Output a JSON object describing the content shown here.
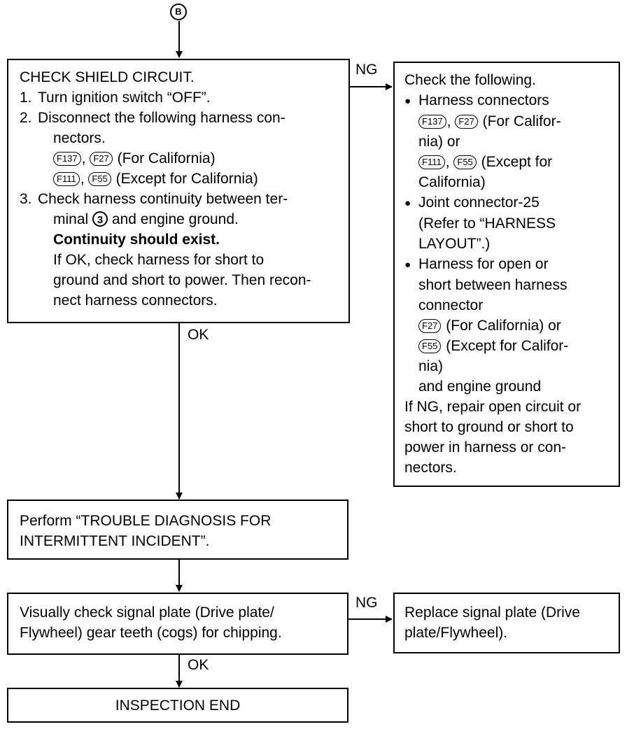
{
  "start_marker": "B",
  "box1": {
    "title": "CHECK SHIELD CIRCUIT.",
    "step1_num": "1.",
    "step1": "Turn ignition switch “OFF”.",
    "step2_num": "2.",
    "step2_l1": "Disconnect the following harness con-",
    "step2_l2": "nectors.",
    "conn_f137": "F137",
    "conn_f27": "F27",
    "conn_f111": "F111",
    "conn_f55": "F55",
    "sep": ",",
    "for_california": "(For California)",
    "except_california": "(Except for California)",
    "step3_num": "3.",
    "step3_l1": "Check harness continuity between ter-",
    "step3_l2a": "minal",
    "terminal": "3",
    "step3_l2b": "and engine ground.",
    "bold_line": "Continuity should exist.",
    "ok_l1": "If OK, check harness for short to",
    "ok_l2": "ground and short to power. Then recon-",
    "ok_l3": "nect harness connectors."
  },
  "box2": {
    "title": "Check the following.",
    "bullet1": "Harness connectors",
    "b1_for": "(For Califor-",
    "b1_for2": "nia) or",
    "b1_except": "(Except for",
    "b1_except2": "California)",
    "bullet2": "Joint connector-25",
    "b2_l2": "(Refer to “HARNESS",
    "b2_l3": "LAYOUT”.)",
    "bullet3": "Harness for open or",
    "b3_l2": "short between harness",
    "b3_l3": "connector",
    "b3_for": "(For California) or",
    "b3_except": "(Except for Califor-",
    "b3_except2": "nia)",
    "b3_end": "and engine ground",
    "ng_l1": "If NG, repair open circuit or",
    "ng_l2": "short to ground or short to",
    "ng_l3": "power in harness or con-",
    "ng_l4": "nectors."
  },
  "box3": {
    "l1": "Perform “TROUBLE DIAGNOSIS FOR",
    "l2": "INTERMITTENT INCIDENT”."
  },
  "box4": {
    "l1": "Visually check signal plate (Drive plate/",
    "l2": "Flywheel) gear teeth (cogs) for chipping."
  },
  "box5": {
    "l1": "Replace signal plate (Drive",
    "l2": "plate/Flywheel)."
  },
  "box6": {
    "l1": "INSPECTION END"
  },
  "labels": {
    "ng1": "NG",
    "ok1": "OK",
    "ng2": "NG",
    "ok2": "OK"
  },
  "bullet_glyph": "●"
}
